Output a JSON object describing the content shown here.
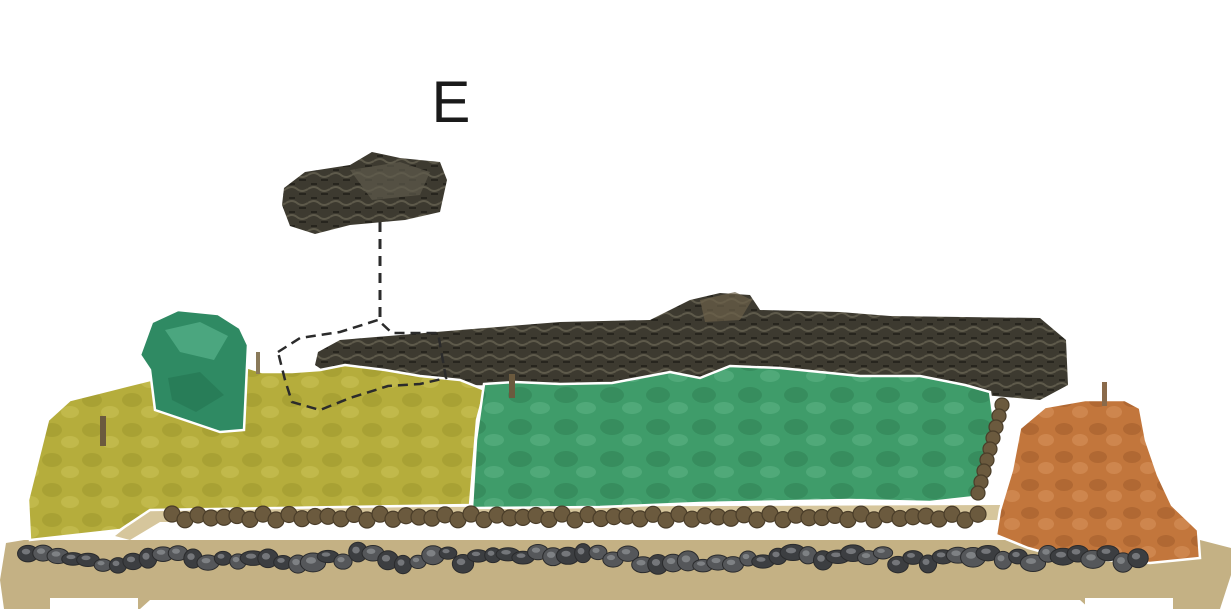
{
  "figure": {
    "panel_label": "E",
    "colors": {
      "background": "#ffffff",
      "base_board": "#c4b184",
      "base_board_dark": "#a8956a",
      "yellow_region": "#b5ad3c",
      "green_region": "#3f9c6a",
      "orange_region": "#c2763c",
      "dark_log": "#3d3a30",
      "dark_log_light": "#5e5a4b",
      "pebbles": "#55575a",
      "pebbles_light": "#9a9ca0",
      "moss_balls": "#6b5a3e",
      "outline": "#ffffff",
      "dashed_line": "#2b2b2b"
    },
    "components": [
      "floating-rock",
      "dashed-connector",
      "dashed-outline-target",
      "small-green-rock",
      "yellow-rock-mass",
      "green-rock-wall",
      "orange-rock",
      "background-log",
      "moss-ball-row",
      "pebble-row",
      "base-board"
    ]
  }
}
